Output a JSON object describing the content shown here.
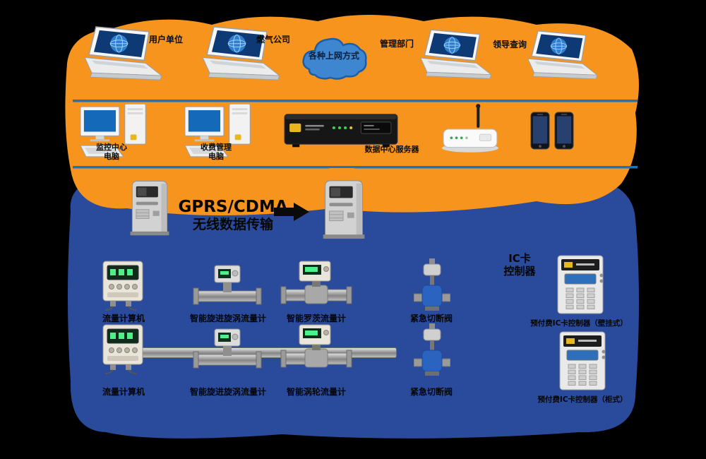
{
  "colors": {
    "background": "#000000",
    "orange_zone": "#F6941D",
    "blue_zone": "#2A4B9B",
    "network_line": "#1B75BC",
    "cloud_fill": "#3F86D0",
    "arrow": "#0A0A0A",
    "brand_badge": "#E8B71E"
  },
  "top": {
    "cloud_label": "各种上网方式",
    "laptop_labels": [
      "用户单位",
      "燃气公司",
      "管理部门",
      "领导查询"
    ]
  },
  "mid": {
    "pc1_label": "监控中心电脑",
    "pc2_label": "收费管理电脑",
    "server_label": "数据中心服务器"
  },
  "collector": {
    "wireless_line1": "GPRS/CDMA",
    "wireless_line2": "无线数据传输"
  },
  "right": {
    "heading_line1": "IC卡",
    "heading_line2": "控制器",
    "cabinet1_caption": "预付费IC卡控制器（壁挂式）",
    "cabinet2_caption": "预付费IC卡控制器（柜式）"
  },
  "row1_labels": [
    "流量计算机",
    "智能旋进旋涡流量计",
    "智能罗茨流量计",
    "紧急切断阀"
  ],
  "row2_labels": [
    "流量计算机",
    "智能旋进旋涡流量计",
    "智能涡轮流量计",
    "紧急切断阀"
  ]
}
